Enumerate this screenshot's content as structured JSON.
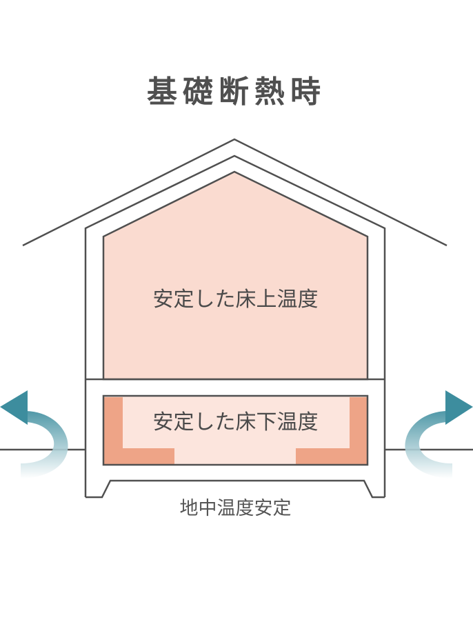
{
  "title": "基礎断熱時",
  "labels": {
    "upper_floor": "安定した床上温度",
    "under_floor": "安定した床下温度",
    "ground": "地中温度安定"
  },
  "colors": {
    "line": "#505050",
    "upper_fill": "#fadbd0",
    "under_fill": "#fce5dd",
    "insulation": "#eea487",
    "arrow_dark": "#3d8d9e",
    "arrow_light": "#ffffff"
  },
  "icons": {
    "left_arrow": "curved-arrow-left-icon",
    "right_arrow": "curved-arrow-right-icon"
  }
}
